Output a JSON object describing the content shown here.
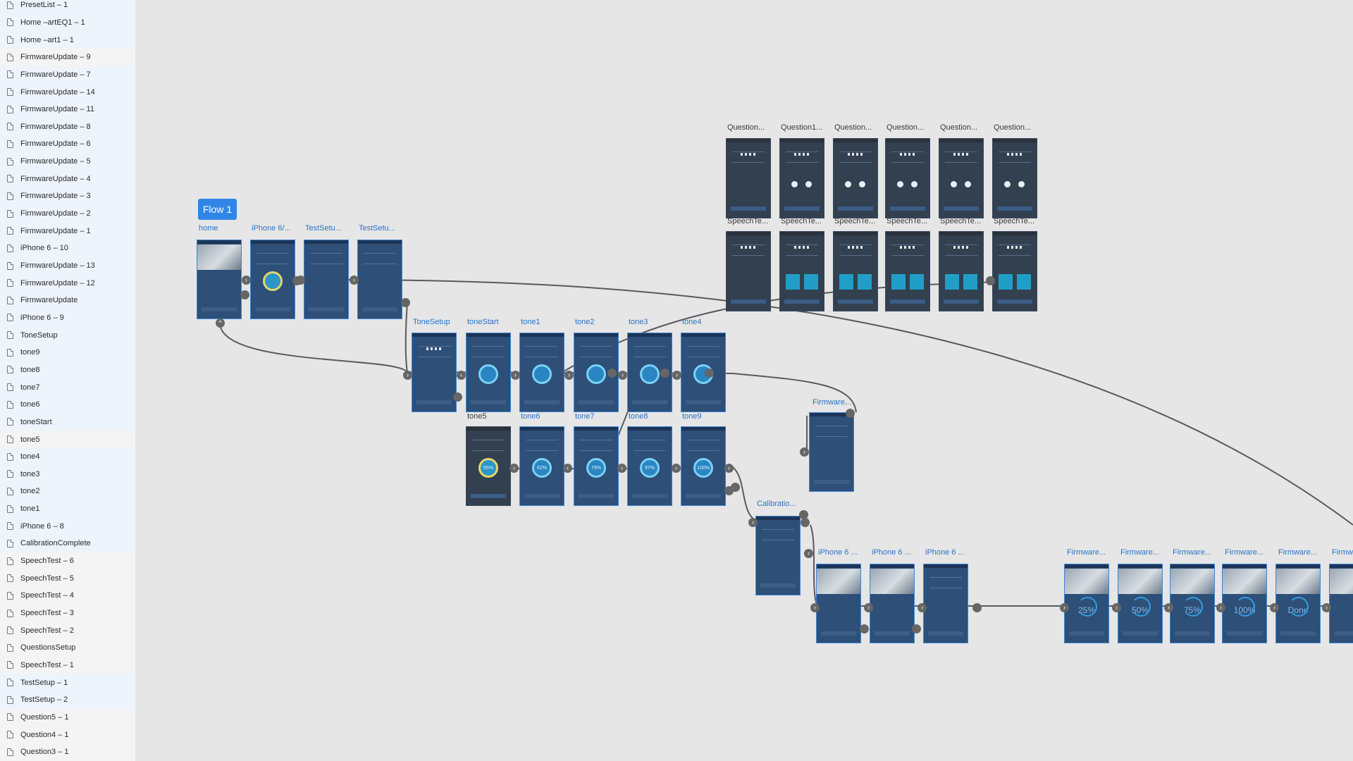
{
  "sidebar": {
    "items": [
      {
        "label": "PresetList – 1",
        "state": "normal"
      },
      {
        "label": "Home –artEQ1 – 1",
        "state": "normal"
      },
      {
        "label": "Home –art1 – 1",
        "state": "normal"
      },
      {
        "label": "FirmwareUpdate – 9",
        "state": "plain"
      },
      {
        "label": "FirmwareUpdate – 7",
        "state": "normal"
      },
      {
        "label": "FirmwareUpdate – 14",
        "state": "normal"
      },
      {
        "label": "FirmwareUpdate – 11",
        "state": "normal"
      },
      {
        "label": "FirmwareUpdate – 8",
        "state": "normal"
      },
      {
        "label": "FirmwareUpdate – 6",
        "state": "normal"
      },
      {
        "label": "FirmwareUpdate – 5",
        "state": "normal"
      },
      {
        "label": "FirmwareUpdate – 4",
        "state": "normal"
      },
      {
        "label": "FirmwareUpdate – 3",
        "state": "normal"
      },
      {
        "label": "FirmwareUpdate – 2",
        "state": "normal"
      },
      {
        "label": "FirmwareUpdate – 1",
        "state": "normal"
      },
      {
        "label": "iPhone 6 – 10",
        "state": "normal"
      },
      {
        "label": "FirmwareUpdate – 13",
        "state": "normal"
      },
      {
        "label": "FirmwareUpdate – 12",
        "state": "normal"
      },
      {
        "label": "FirmwareUpdate",
        "state": "normal"
      },
      {
        "label": "iPhone 6 – 9",
        "state": "normal"
      },
      {
        "label": "ToneSetup",
        "state": "normal"
      },
      {
        "label": "tone9",
        "state": "normal"
      },
      {
        "label": "tone8",
        "state": "normal"
      },
      {
        "label": "tone7",
        "state": "normal"
      },
      {
        "label": "tone6",
        "state": "normal"
      },
      {
        "label": "toneStart",
        "state": "normal"
      },
      {
        "label": "tone5",
        "state": "plain"
      },
      {
        "label": "tone4",
        "state": "normal"
      },
      {
        "label": "tone3",
        "state": "normal"
      },
      {
        "label": "tone2",
        "state": "normal"
      },
      {
        "label": "tone1",
        "state": "normal"
      },
      {
        "label": "iPhone 6 – 8",
        "state": "normal"
      },
      {
        "label": "CalibrationComplete",
        "state": "normal"
      },
      {
        "label": "SpeechTest – 6",
        "state": "plain"
      },
      {
        "label": "SpeechTest – 5",
        "state": "plain"
      },
      {
        "label": "SpeechTest – 4",
        "state": "plain"
      },
      {
        "label": "SpeechTest – 3",
        "state": "plain"
      },
      {
        "label": "SpeechTest – 2",
        "state": "plain"
      },
      {
        "label": "QuestionsSetup",
        "state": "plain"
      },
      {
        "label": "SpeechTest – 1",
        "state": "plain"
      },
      {
        "label": "TestSetup – 1",
        "state": "normal"
      },
      {
        "label": "TestSetup – 2",
        "state": "normal"
      },
      {
        "label": "Question5 – 1",
        "state": "plain"
      },
      {
        "label": "Question4 – 1",
        "state": "plain"
      },
      {
        "label": "Question3 – 1",
        "state": "plain"
      }
    ]
  },
  "canvas": {
    "flow_label": "Flow 1",
    "labels": {
      "home": "home",
      "iphone_6_a": "iPhone 6/...",
      "testsetup_a": "TestSetu...",
      "testsetup_b": "TestSetu...",
      "tonesetup": "ToneSetup",
      "tonestart": "toneStart",
      "tone1": "tone1",
      "tone2": "tone2",
      "tone3": "tone3",
      "tone4": "tone4",
      "tone5": "tone5",
      "tone6": "tone6",
      "tone7": "tone7",
      "tone8": "tone8",
      "tone9": "tone9",
      "firmware_small": "Firmware...",
      "calibration": "Calibratio...",
      "iphone6_1": "iPhone 6 ...",
      "iphone6_2": "iPhone 6 ...",
      "iphone6_3": "iPhone 6 ...",
      "fw1": "Firmware...",
      "fw2": "Firmware...",
      "fw3": "Firmware...",
      "fw4": "Firmware...",
      "fw5": "Firmware...",
      "fw6": "Firmw",
      "q1": "Question...",
      "q2": "Question1...",
      "q3": "Question...",
      "q4": "Question...",
      "q5": "Question...",
      "q6": "Question...",
      "sp1": "SpeechTe...",
      "sp2": "SpeechTe...",
      "sp3": "SpeechTe...",
      "sp4": "SpeechTe...",
      "sp5": "SpeechTe...",
      "sp6": "SpeechTe..."
    },
    "screens": {
      "tone5_pct": "55%",
      "tone6_pct": "62%",
      "tone7_pct": "79%",
      "tone8_pct": "97%",
      "tone9_pct": "100%",
      "fw_pct1": "25%",
      "fw_pct2": "50%",
      "fw_pct3": "75%",
      "fw_pct4": "100%",
      "fw_done": "Done"
    }
  },
  "colors": {
    "accent": "#2f86e6",
    "artboard": "#2d4f78",
    "canvas": "#e6e6e6",
    "connector": "#5a5a5a"
  }
}
